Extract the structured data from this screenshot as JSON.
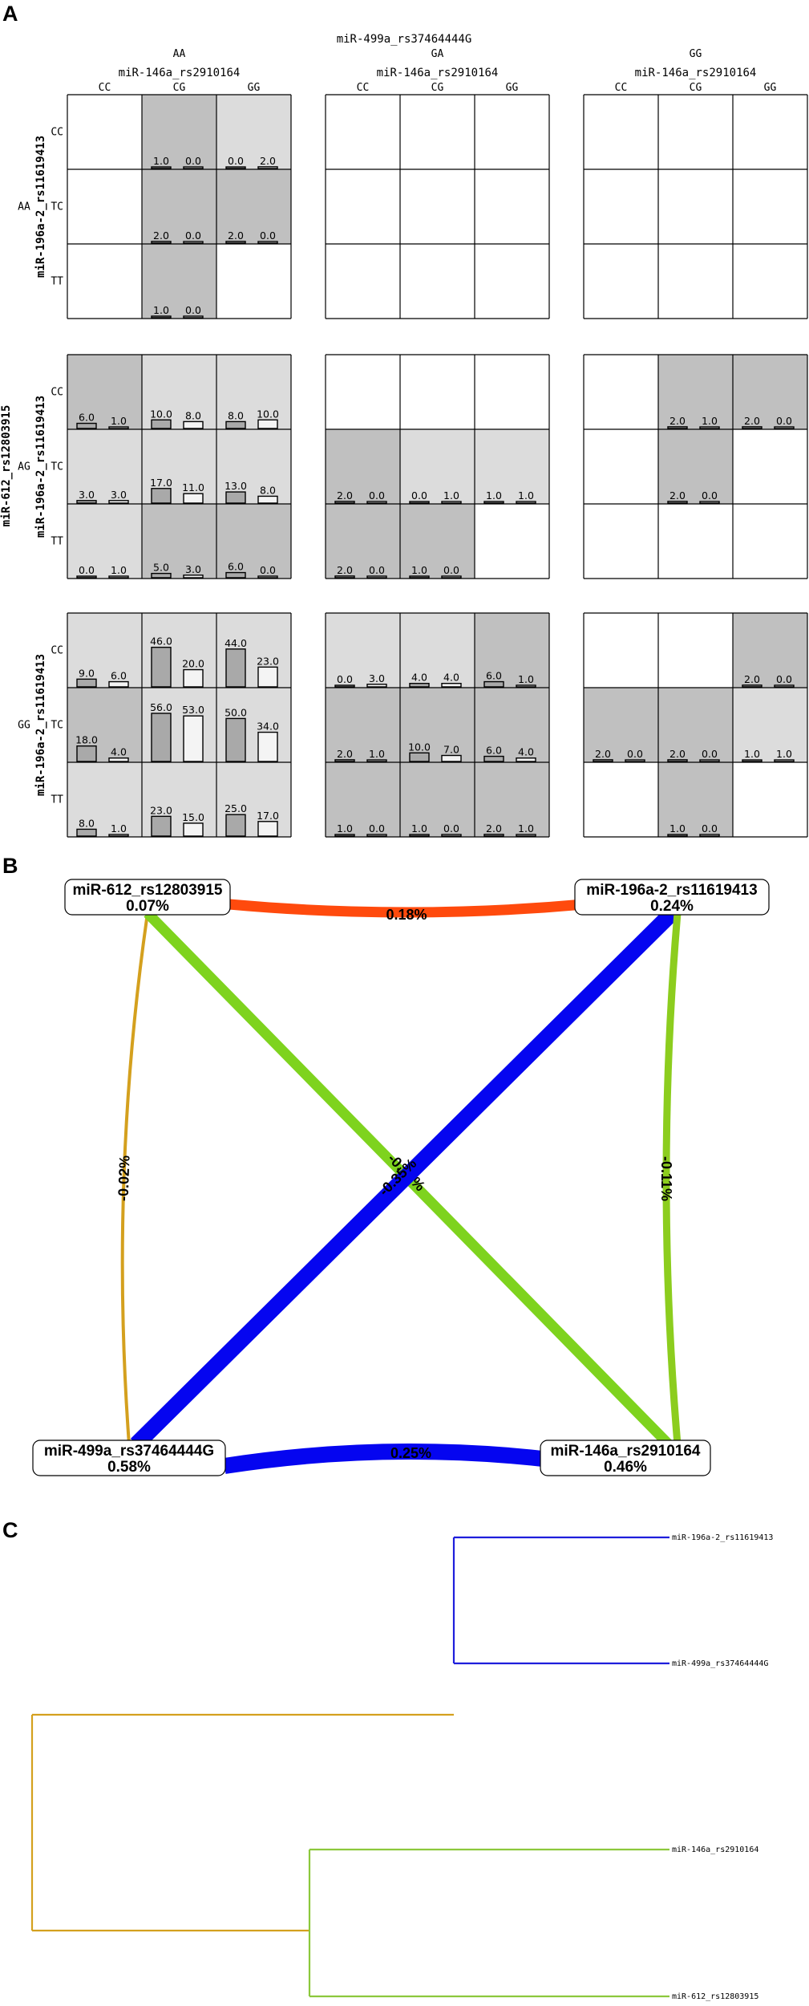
{
  "panels": {
    "a": "A",
    "b": "B",
    "c": "C"
  },
  "panel_a": {
    "top_label": "miR-499a_rs37464444G",
    "col_group_label": "miR-146a_rs2910164",
    "outer_row_label": "miR-612_rs12803915",
    "inner_row_label": "miR-196a-2_rs11619413",
    "col_groups": [
      "AA",
      "GA",
      "GG"
    ],
    "col_genotypes": [
      "CC",
      "CG",
      "GG"
    ],
    "row_groups": [
      "AA",
      "AG",
      "GG"
    ],
    "row_genotypes": [
      "CC",
      "TC",
      "TT"
    ],
    "cells": [
      [
        [
          null,
          {
            "s": "d",
            "v": [
              1.0,
              0.0
            ]
          },
          {
            "s": "l",
            "v": [
              0.0,
              2.0
            ]
          },
          null,
          null,
          null,
          null,
          null,
          null
        ],
        [
          null,
          {
            "s": "d",
            "v": [
              2.0,
              0.0
            ]
          },
          {
            "s": "d",
            "v": [
              2.0,
              0.0
            ]
          },
          null,
          null,
          null,
          null,
          null,
          null
        ],
        [
          null,
          {
            "s": "d",
            "v": [
              1.0,
              0.0
            ]
          },
          null,
          null,
          null,
          null,
          null,
          null,
          null
        ]
      ],
      [
        [
          {
            "s": "d",
            "v": [
              6.0,
              1.0
            ]
          },
          {
            "s": "l",
            "v": [
              10.0,
              8.0
            ]
          },
          {
            "s": "l",
            "v": [
              8.0,
              10.0
            ]
          },
          null,
          null,
          null,
          null,
          {
            "s": "d",
            "v": [
              2.0,
              1.0
            ]
          },
          {
            "s": "d",
            "v": [
              2.0,
              0.0
            ]
          }
        ],
        [
          {
            "s": "l",
            "v": [
              3.0,
              3.0
            ]
          },
          {
            "s": "l",
            "v": [
              17.0,
              11.0
            ]
          },
          {
            "s": "l",
            "v": [
              13.0,
              8.0
            ]
          },
          {
            "s": "d",
            "v": [
              2.0,
              0.0
            ]
          },
          {
            "s": "l",
            "v": [
              0.0,
              1.0
            ]
          },
          {
            "s": "l",
            "v": [
              1.0,
              1.0
            ]
          },
          null,
          {
            "s": "d",
            "v": [
              2.0,
              0.0
            ]
          },
          null
        ],
        [
          {
            "s": "l",
            "v": [
              0.0,
              1.0
            ]
          },
          {
            "s": "d",
            "v": [
              5.0,
              3.0
            ]
          },
          {
            "s": "d",
            "v": [
              6.0,
              0.0
            ]
          },
          {
            "s": "d",
            "v": [
              2.0,
              0.0
            ]
          },
          {
            "s": "d",
            "v": [
              1.0,
              0.0
            ]
          },
          null,
          null,
          null,
          null
        ]
      ],
      [
        [
          {
            "s": "l",
            "v": [
              9.0,
              6.0
            ]
          },
          {
            "s": "l",
            "v": [
              46.0,
              20.0
            ]
          },
          {
            "s": "l",
            "v": [
              44.0,
              23.0
            ]
          },
          {
            "s": "l",
            "v": [
              0.0,
              3.0
            ]
          },
          {
            "s": "l",
            "v": [
              4.0,
              4.0
            ]
          },
          {
            "s": "d",
            "v": [
              6.0,
              1.0
            ]
          },
          null,
          null,
          {
            "s": "d",
            "v": [
              2.0,
              0.0
            ]
          }
        ],
        [
          {
            "s": "d",
            "v": [
              18.0,
              4.0
            ]
          },
          {
            "s": "l",
            "v": [
              56.0,
              53.0
            ]
          },
          {
            "s": "l",
            "v": [
              50.0,
              34.0
            ]
          },
          {
            "s": "d",
            "v": [
              2.0,
              1.0
            ]
          },
          {
            "s": "d",
            "v": [
              10.0,
              7.0
            ]
          },
          {
            "s": "d",
            "v": [
              6.0,
              4.0
            ]
          },
          {
            "s": "d",
            "v": [
              2.0,
              0.0
            ]
          },
          {
            "s": "d",
            "v": [
              2.0,
              0.0
            ]
          },
          {
            "s": "l",
            "v": [
              1.0,
              1.0
            ]
          }
        ],
        [
          {
            "s": "l",
            "v": [
              8.0,
              1.0
            ]
          },
          {
            "s": "l",
            "v": [
              23.0,
              15.0
            ]
          },
          {
            "s": "l",
            "v": [
              25.0,
              17.0
            ]
          },
          {
            "s": "d",
            "v": [
              1.0,
              0.0
            ]
          },
          {
            "s": "d",
            "v": [
              1.0,
              0.0
            ]
          },
          {
            "s": "d",
            "v": [
              2.0,
              1.0
            ]
          },
          null,
          {
            "s": "d",
            "v": [
              1.0,
              0.0
            ]
          },
          null
        ]
      ]
    ]
  },
  "panel_b": {
    "nodes": [
      {
        "id": "mir612",
        "name": "miR-612_rs12803915",
        "value": "0.07%"
      },
      {
        "id": "mir196",
        "name": "miR-196a-2_rs11619413",
        "value": "0.24%"
      },
      {
        "id": "mir499",
        "name": "miR-499a_rs37464444G",
        "value": "0.58%"
      },
      {
        "id": "mir146",
        "name": "miR-146a_rs2910164",
        "value": "0.46%"
      }
    ],
    "edges": [
      {
        "from": "mir612",
        "to": "mir196",
        "label": "0.18%",
        "color": "#ff4a0d",
        "width": 13
      },
      {
        "from": "mir612",
        "to": "mir499",
        "label": "-0.02%",
        "color": "#d4a01e",
        "width": 4
      },
      {
        "from": "mir612",
        "to": "mir146",
        "label": "-0.25%",
        "color": "#7ed31e",
        "width": 13
      },
      {
        "from": "mir196",
        "to": "mir499",
        "label": "-0.35%",
        "color": "#0505f0",
        "width": 20
      },
      {
        "from": "mir196",
        "to": "mir146",
        "label": "-0.11%",
        "color": "#8ccd1e",
        "width": 9
      },
      {
        "from": "mir499",
        "to": "mir146",
        "label": "0.25%",
        "color": "#0505f0",
        "width": 20
      }
    ]
  },
  "panel_c": {
    "leaves": [
      "miR-196a-2_rs11619413",
      "miR-499a_rs37464444G",
      "miR-146a_rs2910164",
      "miR-612_rs12803915"
    ],
    "colors": {
      "root": "#d4a01e",
      "cluster1": "#1e1edc",
      "cluster2": "#8cc83c"
    }
  }
}
